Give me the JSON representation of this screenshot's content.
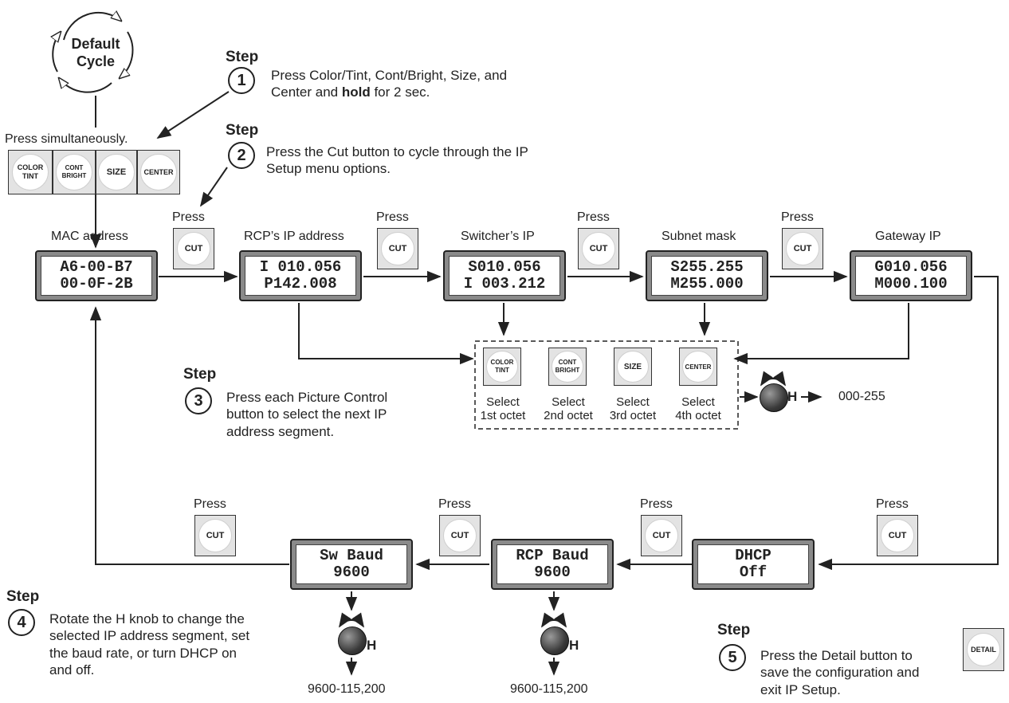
{
  "default_cycle": {
    "line1": "Default",
    "line2": "Cycle"
  },
  "steps": [
    {
      "word": "Step",
      "number": "1",
      "text_before": "Press Color/Tint, Cont/Bright, Size, and Center and ",
      "text_bold": "hold",
      "text_after": " for 2 sec."
    },
    {
      "word": "Step",
      "number": "2",
      "text": "Press the Cut button to cycle through the IP Setup menu options."
    },
    {
      "word": "Step",
      "number": "3",
      "text": "Press each Picture Control button to select the next IP address segment."
    },
    {
      "word": "Step",
      "number": "4",
      "text": "Rotate the H knob to change the selected IP address segment, set the baud rate, or turn DHCP on and off."
    },
    {
      "word": "Step",
      "number": "5",
      "text": "Press the Detail button to save the configuration and exit IP Setup."
    }
  ],
  "press_simultaneously": "Press simultaneously.",
  "picture_buttons": [
    {
      "l1": "COLOR",
      "l2": "TINT"
    },
    {
      "l1": "CONT",
      "l2": "BRIGHT"
    },
    {
      "l1": "SIZE",
      "l2": ""
    },
    {
      "l1": "CENTER",
      "l2": ""
    }
  ],
  "press_label": "Press",
  "cut_label": "CUT",
  "detail_label": "DETAIL",
  "displays": [
    {
      "title": "MAC address",
      "line1": "A6-00-B7",
      "line2": "00-0F-2B"
    },
    {
      "title": "RCP’s IP address",
      "line1": "I 010.056",
      "line2": "P142.008"
    },
    {
      "title": "Switcher’s IP",
      "line1": "S010.056",
      "line2": "I 003.212"
    },
    {
      "title": "Subnet mask",
      "line1": "S255.255",
      "line2": "M255.000"
    },
    {
      "title": "Gateway IP",
      "line1": "G010.056",
      "line2": "M000.100"
    },
    {
      "title": "",
      "line1": "DHCP",
      "line2": "Off"
    },
    {
      "title": "",
      "line1": "RCP Baud",
      "line2": "9600"
    },
    {
      "title": "",
      "line1": "Sw Baud",
      "line2": "9600"
    }
  ],
  "octet_selects": [
    {
      "l1": "Select",
      "l2": "1st octet"
    },
    {
      "l1": "Select",
      "l2": "2nd octet"
    },
    {
      "l1": "Select",
      "l2": "3rd octet"
    },
    {
      "l1": "Select",
      "l2": "4th octet"
    }
  ],
  "knob_label": "H",
  "octet_range": "000-255",
  "baud_range": "9600-115,200"
}
